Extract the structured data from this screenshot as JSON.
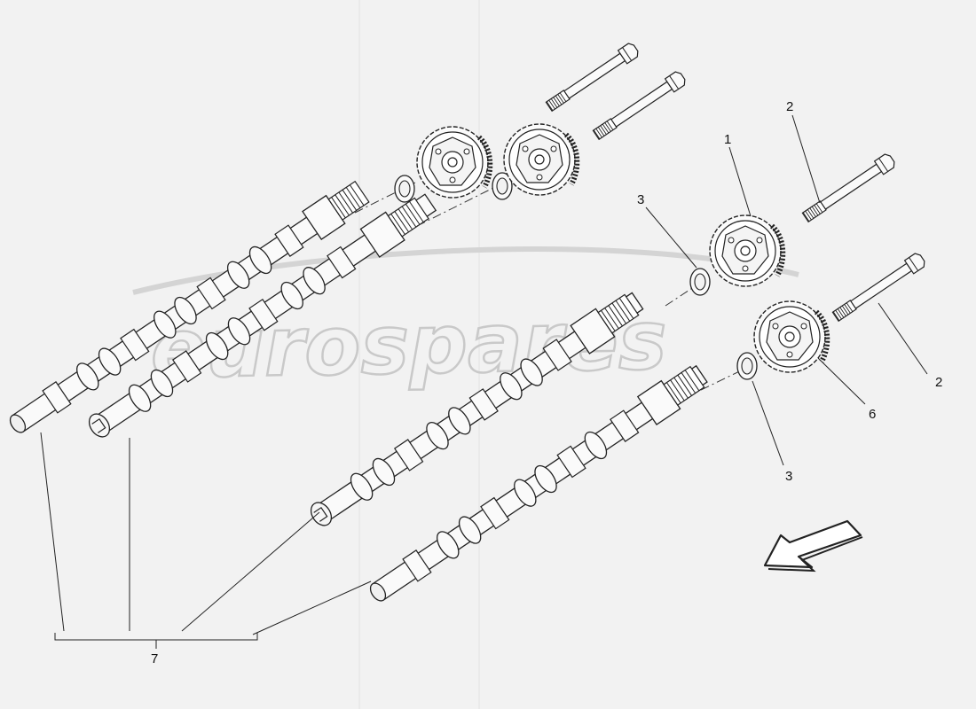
{
  "watermark": "eurospares",
  "callouts": {
    "c1": "1",
    "c2_upper": "2",
    "c2_lower": "2",
    "c3_upper": "3",
    "c3_lower": "3",
    "c6": "6",
    "c7": "7"
  },
  "icons": {
    "direction_arrow": "front-direction-arrow-icon"
  }
}
